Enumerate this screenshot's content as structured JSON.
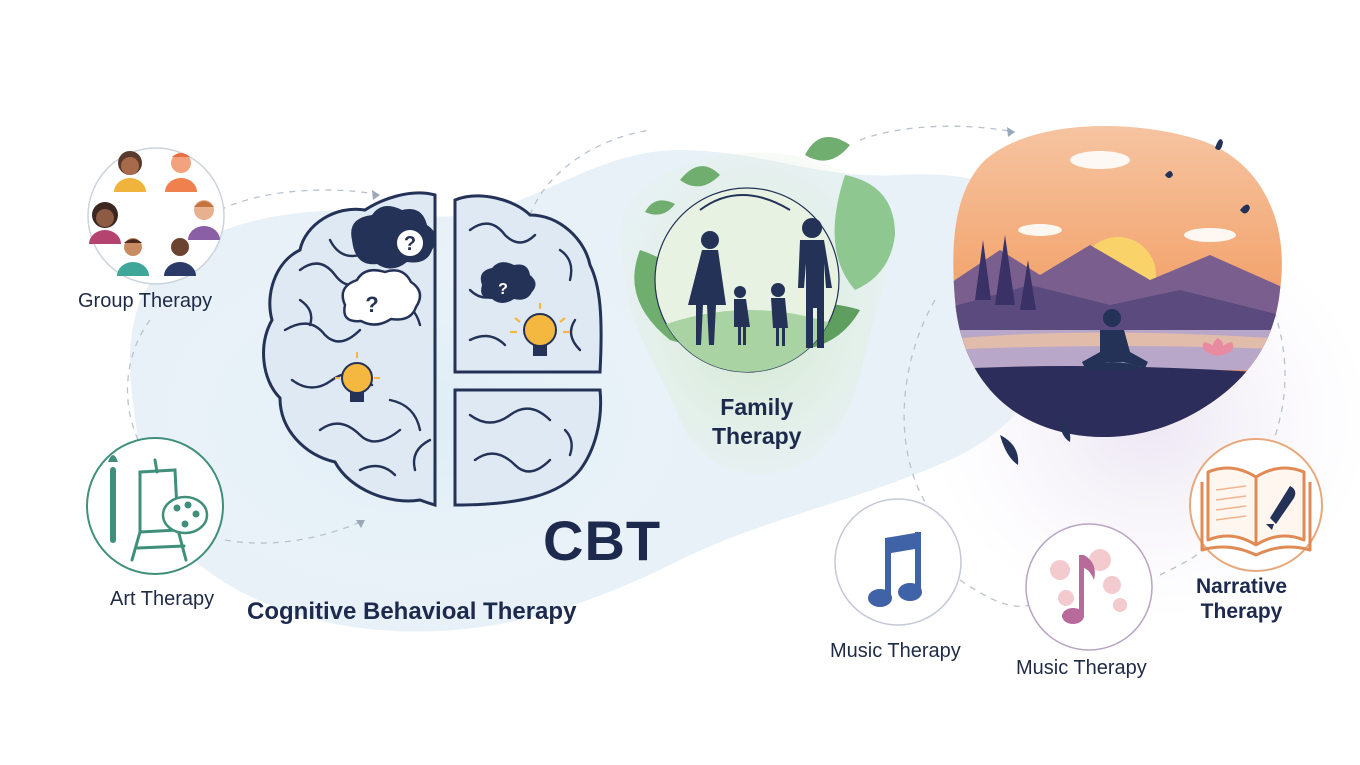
{
  "labels": {
    "group_therapy": "Group Therapy",
    "art_therapy": "Art Therapy",
    "cbt_short": "CBT",
    "cbt_full": "Cognitive Behavioal Therapy",
    "family_therapy_line1": "Family",
    "family_therapy_line2": "Therapy",
    "music_therapy_1": "Music Therapy",
    "music_therapy_2": "Music Therapy",
    "narrative_therapy_line1": "Narrative",
    "narrative_therapy_line2": "Therapy"
  },
  "icons": {
    "group": "people-circle-icon",
    "art": "easel-palette-icon",
    "brain": "brain-icon",
    "family": "family-silhouette-icon",
    "meditation": "sunset-meditation-icon",
    "music_notes": "music-notes-icon",
    "music_heart": "music-note-flowers-icon",
    "book": "open-book-quill-icon"
  },
  "colors": {
    "navy": "#1d2a4d",
    "teal": "#3f8f7a",
    "music_blue": "#3f63a6",
    "music_pink": "#b86a9a",
    "book_orange": "#e08a55",
    "sunset_orange": "#f0a070",
    "leaf_green": "#7fbf7f",
    "bulb_yellow": "#f4b740"
  }
}
